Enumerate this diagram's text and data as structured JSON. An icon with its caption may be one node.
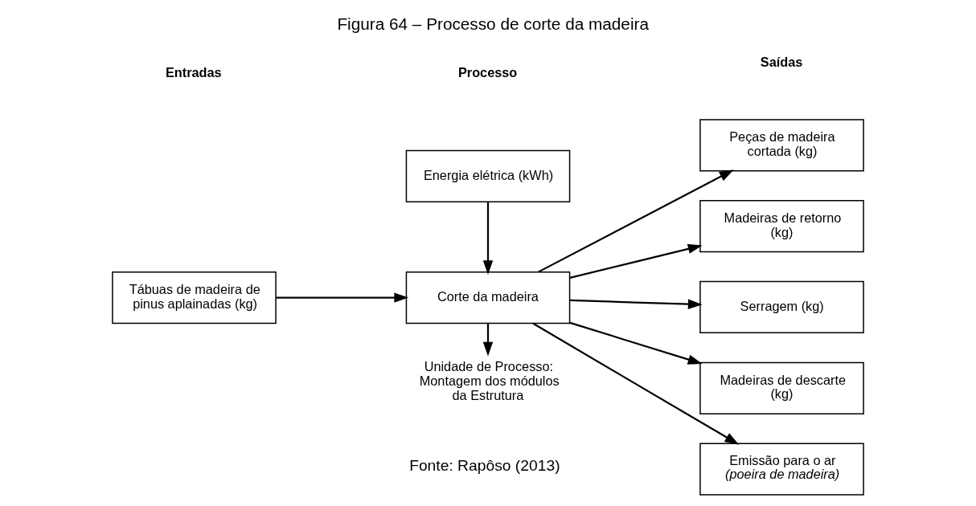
{
  "diagram": {
    "title": "Figura 64 – Processo de corte da madeira",
    "caption": "Fonte: Rapôso (2013)",
    "nodes": [
      {
        "text": [
          "Tábuas de madeira de pinus aplainadas (kg)"
        ]
      },
      {
        "text": [
          "Energia elétrica (kWh)"
        ]
      },
      {
        "text": [
          "Corte da madeira"
        ]
      },
      {
        "text": [
          "Peças de madeira cortada (kg)"
        ]
      },
      {
        "text": [
          "Madeiras de retorno (kg)"
        ]
      },
      {
        "text": [
          "Serragem (kg)"
        ]
      },
      {
        "text": [
          "Madeiras de descarte (kg)"
        ]
      },
      {
        "text": [
          "Emissão para o ar *(poeira de madeira)*"
        ]
      },
      {
        "text": [
          "Unidade de Processo: Montagem dos módulos da Estrutura"
        ]
      }
    ],
    "edges": [
      {
        "from": 0,
        "to": 2,
        "arrow": "to"
      },
      {
        "from": 1,
        "to": 2,
        "arrow": "to"
      },
      {
        "from": 2,
        "to": 3,
        "arrow": "to"
      },
      {
        "from": 2,
        "to": 4,
        "arrow": "to"
      },
      {
        "from": 2,
        "to": 5,
        "arrow": "to"
      },
      {
        "from": 2,
        "to": 6,
        "arrow": "to"
      },
      {
        "from": 2,
        "to": 7,
        "arrow": "to"
      },
      {
        "from": 2,
        "to": 8,
        "arrow": "to"
      }
    ],
    "labels": [
      "Entradas",
      "Processo",
      "Saídas"
    ]
  }
}
